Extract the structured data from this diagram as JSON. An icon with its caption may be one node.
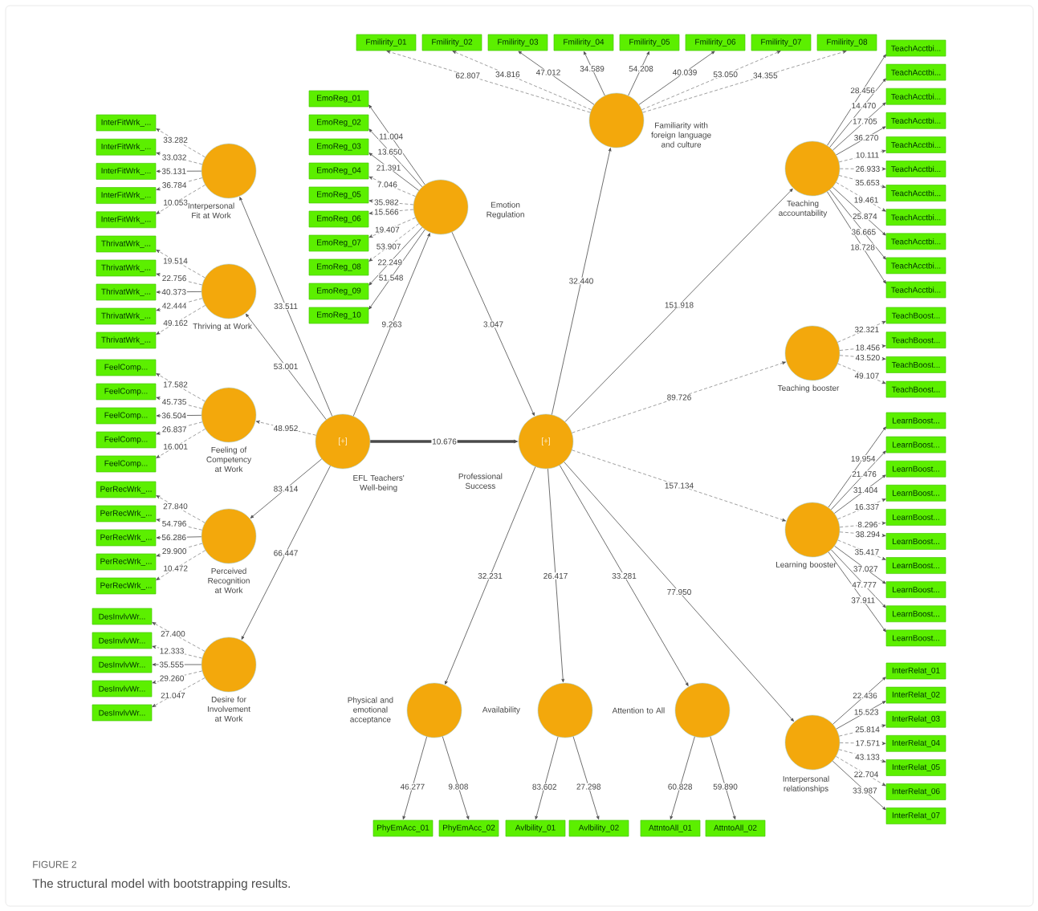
{
  "diagram": {
    "caption": "The structural model with bootstrapping results.",
    "labels": [
      "FIGURE 2"
    ],
    "nodes": [
      {
        "text": [
          "Interpersonal Fit at Work"
        ]
      },
      {
        "text": [
          "Thriving at Work"
        ]
      },
      {
        "text": [
          "Feeling of Competency at Work"
        ]
      },
      {
        "text": [
          "Perceived Recognition at Work"
        ]
      },
      {
        "text": [
          "Desire for Involvement at Work"
        ]
      },
      {
        "text": [
          "Emotion Regulation"
        ]
      },
      {
        "text": [
          "Familiarity with foreign language and culture"
        ]
      },
      {
        "text": [
          "Teaching accountability"
        ]
      },
      {
        "text": [
          "Teaching booster"
        ]
      },
      {
        "text": [
          "Learning booster"
        ]
      },
      {
        "text": [
          "Interpersonal relationships"
        ]
      },
      {
        "text": [
          "Physical and emotional acceptance"
        ]
      },
      {
        "text": [
          "Availability"
        ]
      },
      {
        "text": [
          "Attention to All"
        ]
      },
      {
        "text": [
          "[+]",
          "EFL Teachers' Well-being"
        ]
      },
      {
        "text": [
          "[+]",
          "Professional Success"
        ]
      },
      {
        "text": [
          "InterFitWrk_..."
        ]
      },
      {
        "text": [
          "InterFitWrk_..."
        ]
      },
      {
        "text": [
          "InterFitWrk_..."
        ]
      },
      {
        "text": [
          "InterFitWrk_..."
        ]
      },
      {
        "text": [
          "InterFitWrk_..."
        ]
      },
      {
        "text": [
          "ThrivatWrk_..."
        ]
      },
      {
        "text": [
          "ThrivatWrk_..."
        ]
      },
      {
        "text": [
          "ThrivatWrk_..."
        ]
      },
      {
        "text": [
          "ThrivatWrk_..."
        ]
      },
      {
        "text": [
          "ThrivatWrk_..."
        ]
      },
      {
        "text": [
          "FeelComp..."
        ]
      },
      {
        "text": [
          "FeelComp..."
        ]
      },
      {
        "text": [
          "FeelComp..."
        ]
      },
      {
        "text": [
          "FeelComp..."
        ]
      },
      {
        "text": [
          "FeelComp..."
        ]
      },
      {
        "text": [
          "PerRecWrk_..."
        ]
      },
      {
        "text": [
          "PerRecWrk_..."
        ]
      },
      {
        "text": [
          "PerRecWrk_..."
        ]
      },
      {
        "text": [
          "PerRecWrk_..."
        ]
      },
      {
        "text": [
          "PerRecWrk_..."
        ]
      },
      {
        "text": [
          "DesInvlvWr..."
        ]
      },
      {
        "text": [
          "DesInvlvWr..."
        ]
      },
      {
        "text": [
          "DesInvlvWr..."
        ]
      },
      {
        "text": [
          "DesInvlvWr..."
        ]
      },
      {
        "text": [
          "DesInvlvWr..."
        ]
      },
      {
        "text": [
          "EmoReg_01"
        ]
      },
      {
        "text": [
          "EmoReg_02"
        ]
      },
      {
        "text": [
          "EmoReg_03"
        ]
      },
      {
        "text": [
          "EmoReg_04"
        ]
      },
      {
        "text": [
          "EmoReg_05"
        ]
      },
      {
        "text": [
          "EmoReg_06"
        ]
      },
      {
        "text": [
          "EmoReg_07"
        ]
      },
      {
        "text": [
          "EmoReg_08"
        ]
      },
      {
        "text": [
          "EmoReg_09"
        ]
      },
      {
        "text": [
          "EmoReg_10"
        ]
      },
      {
        "text": [
          "Fmilirity_01"
        ]
      },
      {
        "text": [
          "Fmilirity_02"
        ]
      },
      {
        "text": [
          "Fmilirity_03"
        ]
      },
      {
        "text": [
          "Fmilirity_04"
        ]
      },
      {
        "text": [
          "Fmilirity_05"
        ]
      },
      {
        "text": [
          "Fmilirity_06"
        ]
      },
      {
        "text": [
          "Fmilirity_07"
        ]
      },
      {
        "text": [
          "Fmilirity_08"
        ]
      },
      {
        "text": [
          "TeachAcctbi..."
        ]
      },
      {
        "text": [
          "TeachAcctbi..."
        ]
      },
      {
        "text": [
          "TeachAcctbi..."
        ]
      },
      {
        "text": [
          "TeachAcctbi..."
        ]
      },
      {
        "text": [
          "TeachAcctbi..."
        ]
      },
      {
        "text": [
          "TeachAcctbi..."
        ]
      },
      {
        "text": [
          "TeachAcctbi..."
        ]
      },
      {
        "text": [
          "TeachAcctbi..."
        ]
      },
      {
        "text": [
          "TeachAcctbi..."
        ]
      },
      {
        "text": [
          "TeachAcctbi..."
        ]
      },
      {
        "text": [
          "TeachAcctbi..."
        ]
      },
      {
        "text": [
          "TeachBoost..."
        ]
      },
      {
        "text": [
          "TeachBoost..."
        ]
      },
      {
        "text": [
          "TeachBoost..."
        ]
      },
      {
        "text": [
          "TeachBoost..."
        ]
      },
      {
        "text": [
          "LearnBoost..."
        ]
      },
      {
        "text": [
          "LearnBoost..."
        ]
      },
      {
        "text": [
          "LearnBoost..."
        ]
      },
      {
        "text": [
          "LearnBoost..."
        ]
      },
      {
        "text": [
          "LearnBoost..."
        ]
      },
      {
        "text": [
          "LearnBoost..."
        ]
      },
      {
        "text": [
          "LearnBoost..."
        ]
      },
      {
        "text": [
          "LearnBoost..."
        ]
      },
      {
        "text": [
          "LearnBoost..."
        ]
      },
      {
        "text": [
          "LearnBoost..."
        ]
      },
      {
        "text": [
          "InterRelat_01"
        ]
      },
      {
        "text": [
          "InterRelat_02"
        ]
      },
      {
        "text": [
          "InterRelat_03"
        ]
      },
      {
        "text": [
          "InterRelat_04"
        ]
      },
      {
        "text": [
          "InterRelat_05"
        ]
      },
      {
        "text": [
          "InterRelat_06"
        ]
      },
      {
        "text": [
          "InterRelat_07"
        ]
      },
      {
        "text": [
          "PhyEmAcc_01"
        ]
      },
      {
        "text": [
          "PhyEmAcc_02"
        ]
      },
      {
        "text": [
          "Avlbility_01"
        ]
      },
      {
        "text": [
          "Avlbility_02"
        ]
      },
      {
        "text": [
          "AttntoAll_01"
        ]
      },
      {
        "text": [
          "AttntoAll_02"
        ]
      }
    ],
    "edges": [
      {
        "from": 14,
        "to": 0,
        "arrow": "to",
        "label": "33.511"
      },
      {
        "from": 14,
        "to": 1,
        "arrow": "to",
        "label": "53.001"
      },
      {
        "from": 14,
        "to": 2,
        "arrow": "to",
        "label": "48.952",
        "style": "dashed"
      },
      {
        "from": 14,
        "to": 3,
        "arrow": "to",
        "label": "83.414"
      },
      {
        "from": 14,
        "to": 4,
        "arrow": "to",
        "label": "66.447"
      },
      {
        "from": 14,
        "to": 5,
        "arrow": "to",
        "label": "9.263"
      },
      {
        "from": 5,
        "to": 15,
        "arrow": "to",
        "label": "3.047"
      },
      {
        "from": 14,
        "to": 15,
        "arrow": "to",
        "label": "10.676",
        "style": "thick"
      },
      {
        "from": 15,
        "to": 6,
        "arrow": "to",
        "label": "32.440"
      },
      {
        "from": 15,
        "to": 7,
        "arrow": "to",
        "label": "151.918"
      },
      {
        "from": 15,
        "to": 8,
        "arrow": "to",
        "label": "89.726",
        "style": "dashed"
      },
      {
        "from": 15,
        "to": 9,
        "arrow": "to",
        "label": "157.134",
        "style": "dashed"
      },
      {
        "from": 15,
        "to": 10,
        "arrow": "to",
        "label": "77.950"
      },
      {
        "from": 15,
        "to": 11,
        "arrow": "to",
        "label": "32.231"
      },
      {
        "from": 15,
        "to": 12,
        "arrow": "to",
        "label": "26.417"
      },
      {
        "from": 15,
        "to": 13,
        "arrow": "to",
        "label": "33.281"
      },
      {
        "from": 0,
        "to": 16,
        "arrow": "to",
        "label": "33.282",
        "style": "dashed"
      },
      {
        "from": 0,
        "to": 17,
        "arrow": "to",
        "label": "33.032",
        "style": "dashed"
      },
      {
        "from": 0,
        "to": 18,
        "arrow": "to",
        "label": "35.131"
      },
      {
        "from": 0,
        "to": 19,
        "arrow": "to",
        "label": "36.784",
        "style": "dashed"
      },
      {
        "from": 0,
        "to": 20,
        "arrow": "to",
        "label": "10.053",
        "style": "dashed"
      },
      {
        "from": 1,
        "to": 21,
        "arrow": "to",
        "label": "19.514",
        "style": "dashed"
      },
      {
        "from": 1,
        "to": 22,
        "arrow": "to",
        "label": "22.756",
        "style": "dashed"
      },
      {
        "from": 1,
        "to": 23,
        "arrow": "to",
        "label": "40.373"
      },
      {
        "from": 1,
        "to": 24,
        "arrow": "to",
        "label": "42.444",
        "style": "dashed"
      },
      {
        "from": 1,
        "to": 25,
        "arrow": "to",
        "label": "49.162",
        "style": "dashed"
      },
      {
        "from": 2,
        "to": 26,
        "arrow": "to",
        "label": "17.582",
        "style": "dashed"
      },
      {
        "from": 2,
        "to": 27,
        "arrow": "to",
        "label": "45.735",
        "style": "dashed"
      },
      {
        "from": 2,
        "to": 28,
        "arrow": "to",
        "label": "36.504"
      },
      {
        "from": 2,
        "to": 29,
        "arrow": "to",
        "label": "26.837",
        "style": "dashed"
      },
      {
        "from": 2,
        "to": 30,
        "arrow": "to",
        "label": "16.001",
        "style": "dashed"
      },
      {
        "from": 3,
        "to": 31,
        "arrow": "to",
        "label": "27.840",
        "style": "dashed"
      },
      {
        "from": 3,
        "to": 32,
        "arrow": "to",
        "label": "54.796",
        "style": "dashed"
      },
      {
        "from": 3,
        "to": 33,
        "arrow": "to",
        "label": "56.286"
      },
      {
        "from": 3,
        "to": 34,
        "arrow": "to",
        "label": "29.900",
        "style": "dashed"
      },
      {
        "from": 3,
        "to": 35,
        "arrow": "to",
        "label": "10.472",
        "style": "dashed"
      },
      {
        "from": 4,
        "to": 36,
        "arrow": "to",
        "label": "27.400",
        "style": "dashed"
      },
      {
        "from": 4,
        "to": 37,
        "arrow": "to",
        "label": "12.333",
        "style": "dashed"
      },
      {
        "from": 4,
        "to": 38,
        "arrow": "to",
        "label": "35.555"
      },
      {
        "from": 4,
        "to": 39,
        "arrow": "to",
        "label": "29.260",
        "style": "dashed"
      },
      {
        "from": 4,
        "to": 40,
        "arrow": "to",
        "label": "21.047",
        "style": "dashed"
      },
      {
        "from": 5,
        "to": 41,
        "arrow": "to",
        "label": "11.004"
      },
      {
        "from": 5,
        "to": 42,
        "arrow": "to",
        "label": "13.650"
      },
      {
        "from": 5,
        "to": 43,
        "arrow": "to",
        "label": "21.391"
      },
      {
        "from": 5,
        "to": 44,
        "arrow": "to",
        "label": "7.046",
        "style": "dashed"
      },
      {
        "from": 5,
        "to": 45,
        "arrow": "to",
        "label": "35.982",
        "style": "dashed"
      },
      {
        "from": 5,
        "to": 46,
        "arrow": "to",
        "label": "15.566",
        "style": "dashed"
      },
      {
        "from": 5,
        "to": 47,
        "arrow": "to",
        "label": "19.407",
        "style": "dashed"
      },
      {
        "from": 5,
        "to": 48,
        "arrow": "to",
        "label": "53.907",
        "style": "dashed"
      },
      {
        "from": 5,
        "to": 49,
        "arrow": "to",
        "label": "22.249"
      },
      {
        "from": 5,
        "to": 50,
        "arrow": "to",
        "label": "51.548"
      },
      {
        "from": 6,
        "to": 51,
        "arrow": "to",
        "label": "62.807",
        "style": "dashed"
      },
      {
        "from": 6,
        "to": 52,
        "arrow": "to",
        "label": "34.816",
        "style": "dashed"
      },
      {
        "from": 6,
        "to": 53,
        "arrow": "to",
        "label": "47.012"
      },
      {
        "from": 6,
        "to": 54,
        "arrow": "to",
        "label": "34.589"
      },
      {
        "from": 6,
        "to": 55,
        "arrow": "to",
        "label": "54.208"
      },
      {
        "from": 6,
        "to": 56,
        "arrow": "to",
        "label": "40.039"
      },
      {
        "from": 6,
        "to": 57,
        "arrow": "to",
        "label": "53.050",
        "style": "dashed"
      },
      {
        "from": 6,
        "to": 58,
        "arrow": "to",
        "label": "34.355",
        "style": "dashed"
      },
      {
        "from": 7,
        "to": 59,
        "arrow": "to",
        "label": "28.456"
      },
      {
        "from": 7,
        "to": 60,
        "arrow": "to",
        "label": "14.470"
      },
      {
        "from": 7,
        "to": 61,
        "arrow": "to",
        "label": "17.705"
      },
      {
        "from": 7,
        "to": 62,
        "arrow": "to",
        "label": "36.270"
      },
      {
        "from": 7,
        "to": 63,
        "arrow": "to",
        "label": "10.111",
        "style": "dashed"
      },
      {
        "from": 7,
        "to": 64,
        "arrow": "to",
        "label": "26.933",
        "style": "dashed"
      },
      {
        "from": 7,
        "to": 65,
        "arrow": "to",
        "label": "35.653",
        "style": "dashed"
      },
      {
        "from": 7,
        "to": 66,
        "arrow": "to",
        "label": "19.461",
        "style": "dashed"
      },
      {
        "from": 7,
        "to": 67,
        "arrow": "to",
        "label": "25.874"
      },
      {
        "from": 7,
        "to": 68,
        "arrow": "to",
        "label": "36.665"
      },
      {
        "from": 7,
        "to": 69,
        "arrow": "to",
        "label": "18.728"
      },
      {
        "from": 8,
        "to": 70,
        "arrow": "to",
        "label": "32.321",
        "style": "dashed"
      },
      {
        "from": 8,
        "to": 71,
        "arrow": "to",
        "label": "18.456",
        "style": "dashed"
      },
      {
        "from": 8,
        "to": 72,
        "arrow": "to",
        "label": "43.520",
        "style": "dashed"
      },
      {
        "from": 8,
        "to": 73,
        "arrow": "to",
        "label": "49.107",
        "style": "dashed"
      },
      {
        "from": 9,
        "to": 74,
        "arrow": "to",
        "label": "19.954"
      },
      {
        "from": 9,
        "to": 75,
        "arrow": "to",
        "label": "21.476"
      },
      {
        "from": 9,
        "to": 76,
        "arrow": "to",
        "label": "31.404"
      },
      {
        "from": 9,
        "to": 77,
        "arrow": "to",
        "label": "16.337",
        "style": "dashed"
      },
      {
        "from": 9,
        "to": 78,
        "arrow": "to",
        "label": "8.296",
        "style": "dashed"
      },
      {
        "from": 9,
        "to": 79,
        "arrow": "to",
        "label": "38.294",
        "style": "dashed"
      },
      {
        "from": 9,
        "to": 80,
        "arrow": "to",
        "label": "35.417",
        "style": "dashed"
      },
      {
        "from": 9,
        "to": 81,
        "arrow": "to",
        "label": "37.027"
      },
      {
        "from": 9,
        "to": 82,
        "arrow": "to",
        "label": "47.777"
      },
      {
        "from": 9,
        "to": 83,
        "arrow": "to",
        "label": "37.911"
      },
      {
        "from": 10,
        "to": 84,
        "arrow": "to",
        "label": "22.436"
      },
      {
        "from": 10,
        "to": 85,
        "arrow": "to",
        "label": "15.523"
      },
      {
        "from": 10,
        "to": 86,
        "arrow": "to",
        "label": "25.814",
        "style": "dashed"
      },
      {
        "from": 10,
        "to": 87,
        "arrow": "to",
        "label": "17.571",
        "style": "dashed"
      },
      {
        "from": 10,
        "to": 88,
        "arrow": "to",
        "label": "43.133",
        "style": "dashed"
      },
      {
        "from": 10,
        "to": 89,
        "arrow": "to",
        "label": "22.704",
        "style": "dashed"
      },
      {
        "from": 10,
        "to": 90,
        "arrow": "to",
        "label": "33.987"
      },
      {
        "from": 11,
        "to": 91,
        "arrow": "to",
        "label": "46.277"
      },
      {
        "from": 11,
        "to": 92,
        "arrow": "to",
        "label": "9.808"
      },
      {
        "from": 12,
        "to": 93,
        "arrow": "to",
        "label": "83.602"
      },
      {
        "from": 12,
        "to": 94,
        "arrow": "to",
        "label": "27.298"
      },
      {
        "from": 13,
        "to": 95,
        "arrow": "to",
        "label": "60.828"
      },
      {
        "from": 13,
        "to": 96,
        "arrow": "to",
        "label": "59.890"
      }
    ]
  }
}
